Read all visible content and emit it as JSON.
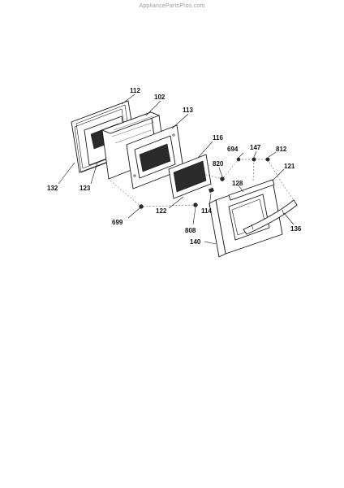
{
  "watermark": "AppliancePartsPros.com",
  "callouts": {
    "c112": "112",
    "c102": "102",
    "c113": "113",
    "c132": "132",
    "c123": "123",
    "c116": "116",
    "c694": "694",
    "c147": "147",
    "c812": "812",
    "c820": "820",
    "c121": "121",
    "c128": "128",
    "c122": "122",
    "c114": "114",
    "c699": "699",
    "c808": "808",
    "c136": "136",
    "c140": "140"
  }
}
